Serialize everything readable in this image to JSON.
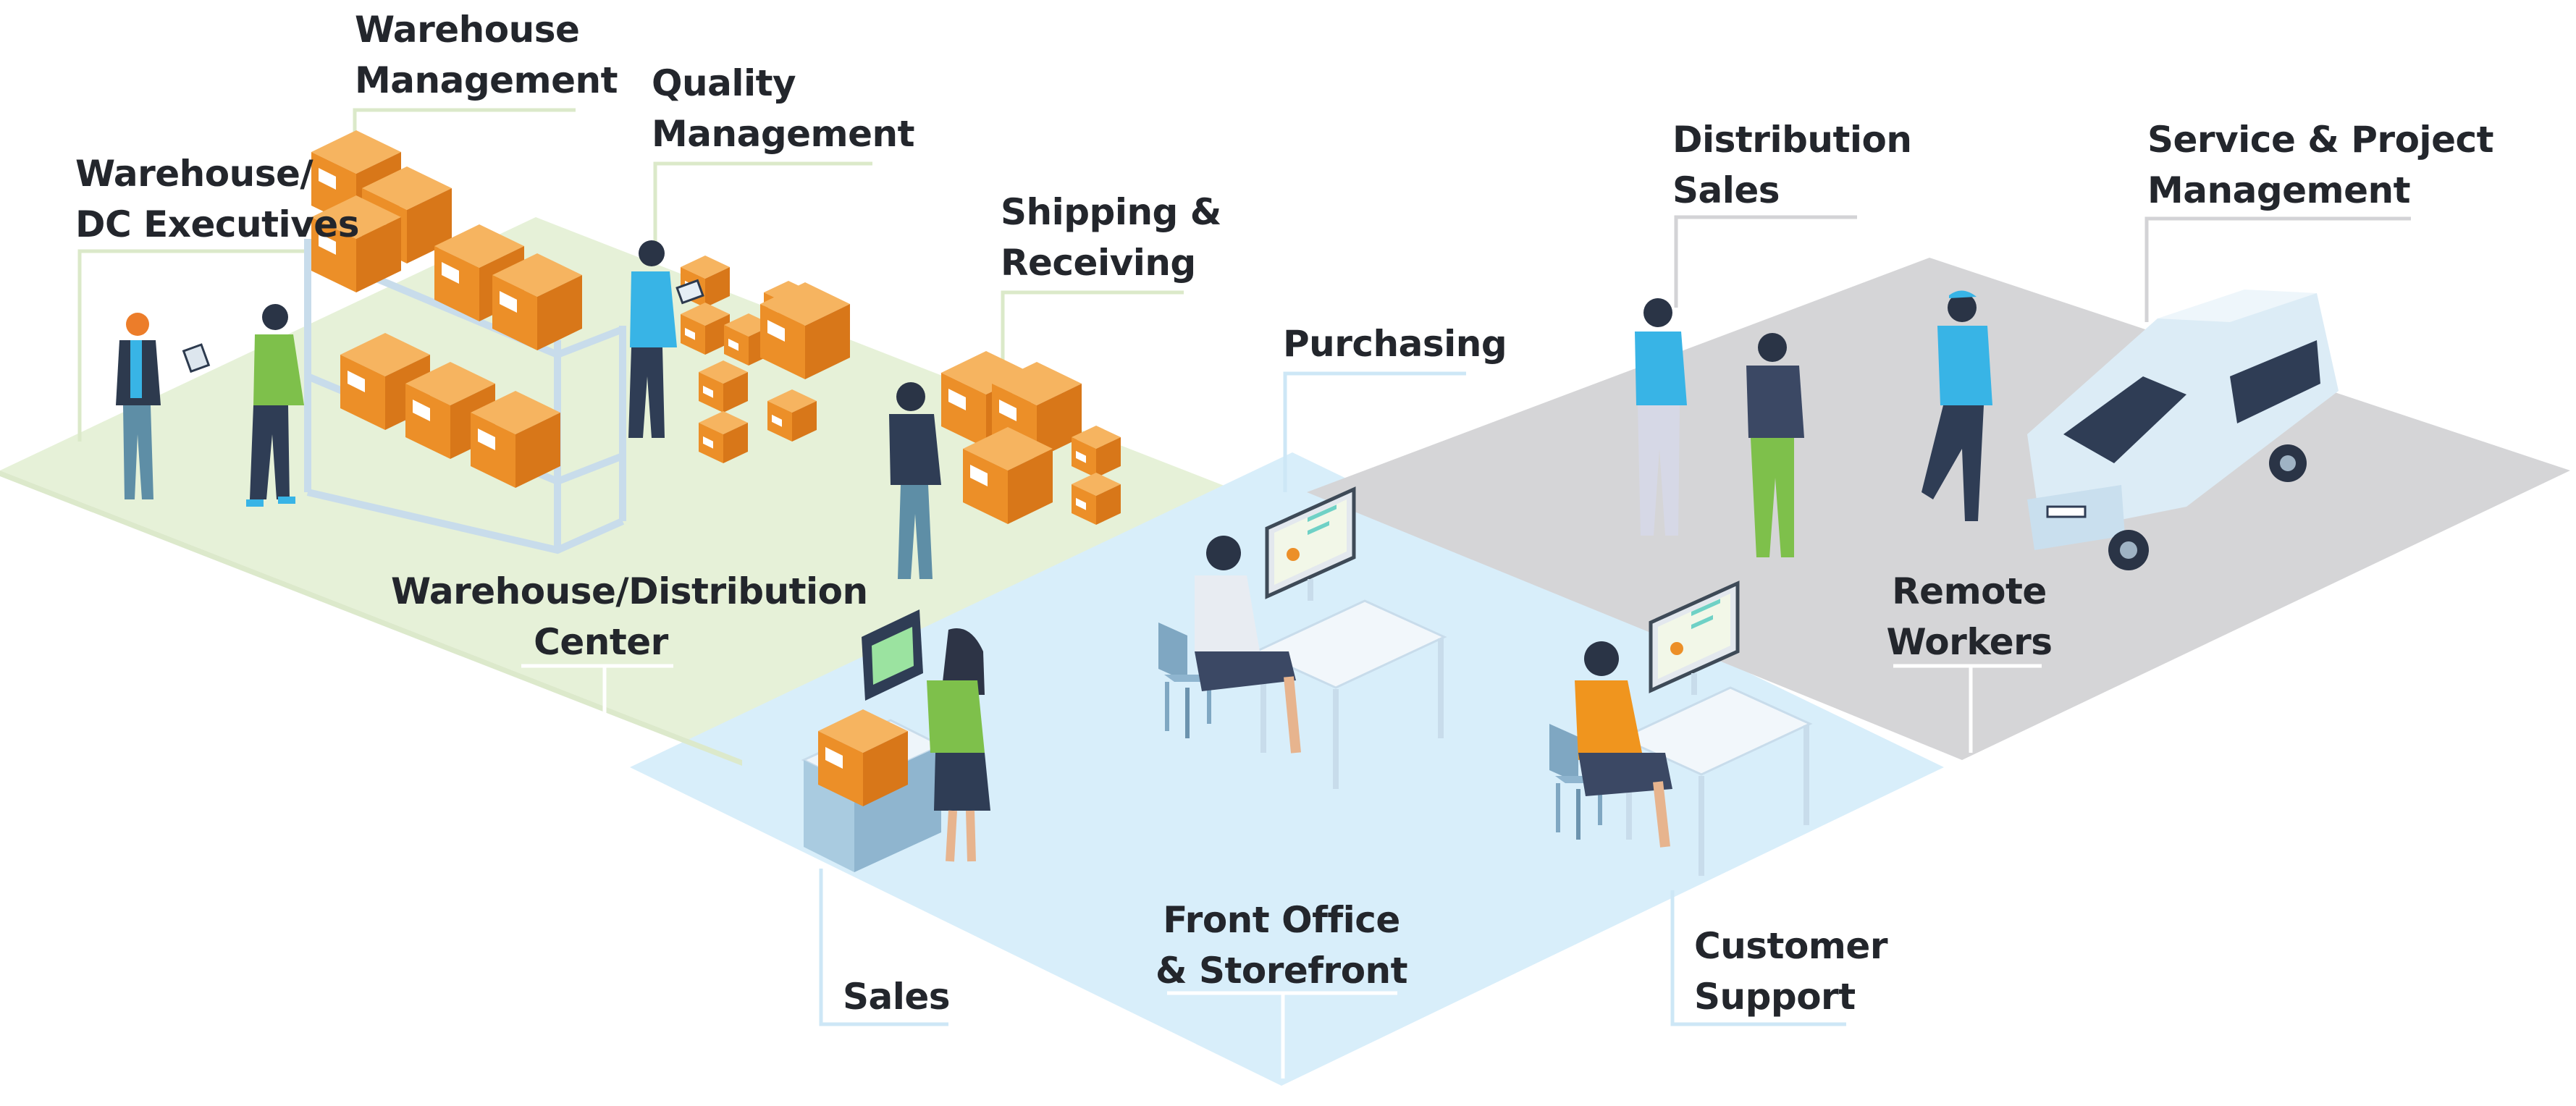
{
  "zones": {
    "warehouse": {
      "line1": "Warehouse/Distribution",
      "line2": "Center"
    },
    "front_office": {
      "line1": "Front Office",
      "line2": "& Storefront"
    },
    "remote": {
      "line1": "Remote",
      "line2": "Workers"
    }
  },
  "roles": {
    "warehouse_management": {
      "line1": "Warehouse",
      "line2": "Management"
    },
    "quality_management": {
      "line1": "Quality",
      "line2": "Management"
    },
    "warehouse_executives": {
      "line1": "Warehouse/",
      "line2": "DC Executives"
    },
    "shipping_receiving": {
      "line1": "Shipping &",
      "line2": "Receiving"
    },
    "purchasing": {
      "line1": "Purchasing"
    },
    "distribution_sales": {
      "line1": "Distribution",
      "line2": "Sales"
    },
    "service_project": {
      "line1": "Service & Project",
      "line2": "Management"
    },
    "sales": {
      "line1": "Sales"
    },
    "customer_support": {
      "line1": "Customer",
      "line2": "Support"
    }
  },
  "colors": {
    "warehouse_floor": "#e6f1d8",
    "front_office_floor": "#d8eefa",
    "remote_floor": "#d5d5d7",
    "box_orange": "#ec8f28",
    "label_text": "#23262c",
    "callout_green": "#dbe9c9",
    "callout_blue": "#cde7f6",
    "callout_gray": "#d3d3d6"
  },
  "icons": [
    "box-icon",
    "person-icon",
    "shelf-icon",
    "desk-icon",
    "monitor-icon",
    "chair-icon",
    "van-icon"
  ]
}
